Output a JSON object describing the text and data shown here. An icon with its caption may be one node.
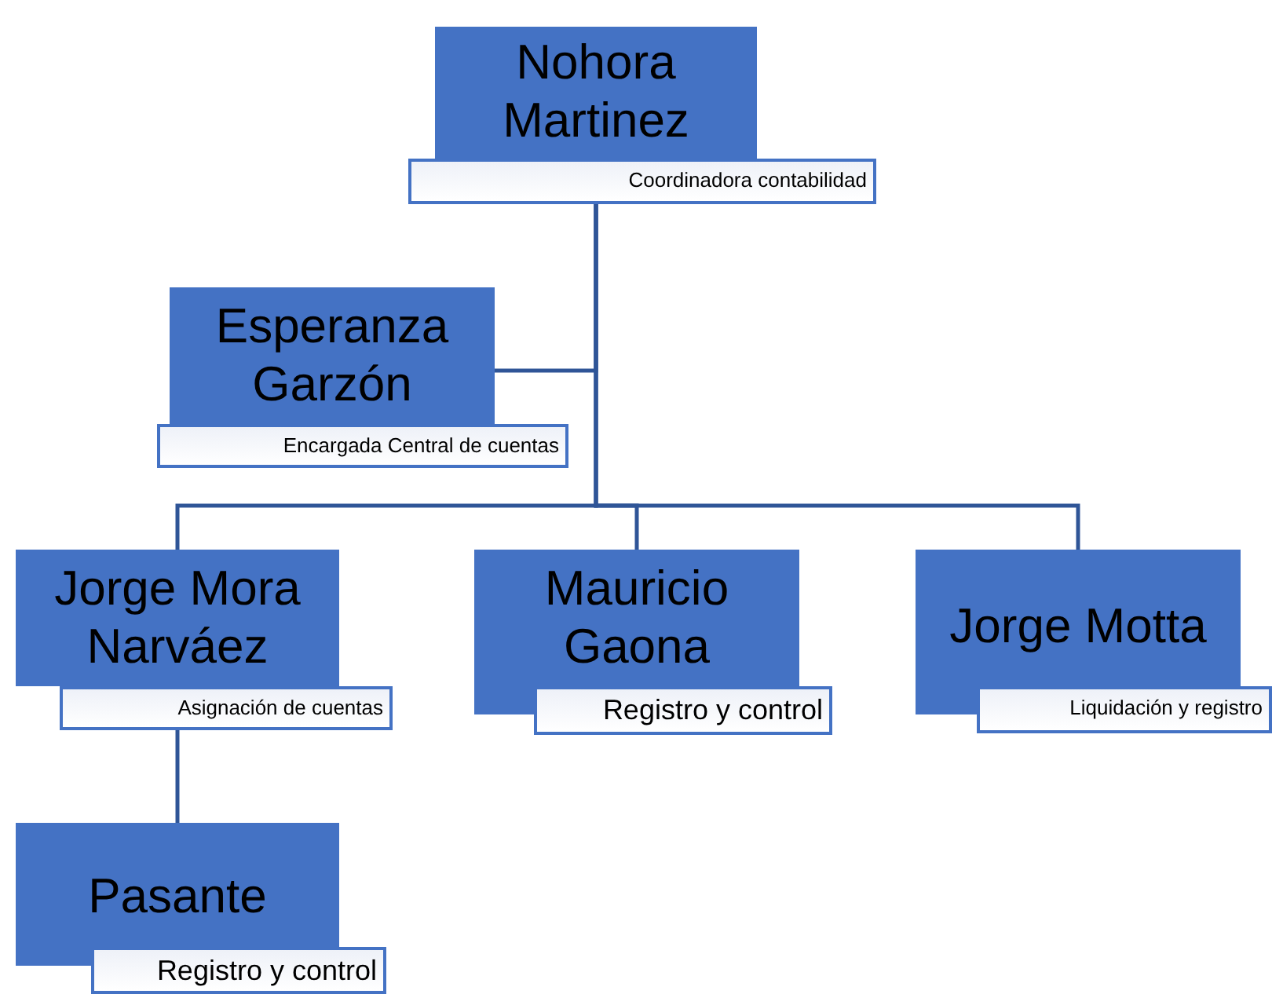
{
  "diagram": {
    "nodes": [
      {
        "text": [
          "Nohora Martinez",
          "Coordinadora contabilidad"
        ]
      },
      {
        "text": [
          "Esperanza Garzón",
          "Encargada Central de cuentas"
        ]
      },
      {
        "text": [
          "Jorge Mora Narváez",
          "Asignación de cuentas"
        ]
      },
      {
        "text": [
          "Mauricio Gaona",
          "Registro y control"
        ]
      },
      {
        "text": [
          "Jorge Motta",
          "Liquidación y registro"
        ]
      },
      {
        "text": [
          "Pasante",
          "Registro y control"
        ]
      }
    ],
    "edges": [
      {
        "from": 0,
        "to": 1,
        "arrow": "none"
      },
      {
        "from": 0,
        "to": 2,
        "arrow": "none"
      },
      {
        "from": 0,
        "to": 3,
        "arrow": "none"
      },
      {
        "from": 0,
        "to": 4,
        "arrow": "none"
      },
      {
        "from": 2,
        "to": 5,
        "arrow": "none"
      }
    ]
  }
}
